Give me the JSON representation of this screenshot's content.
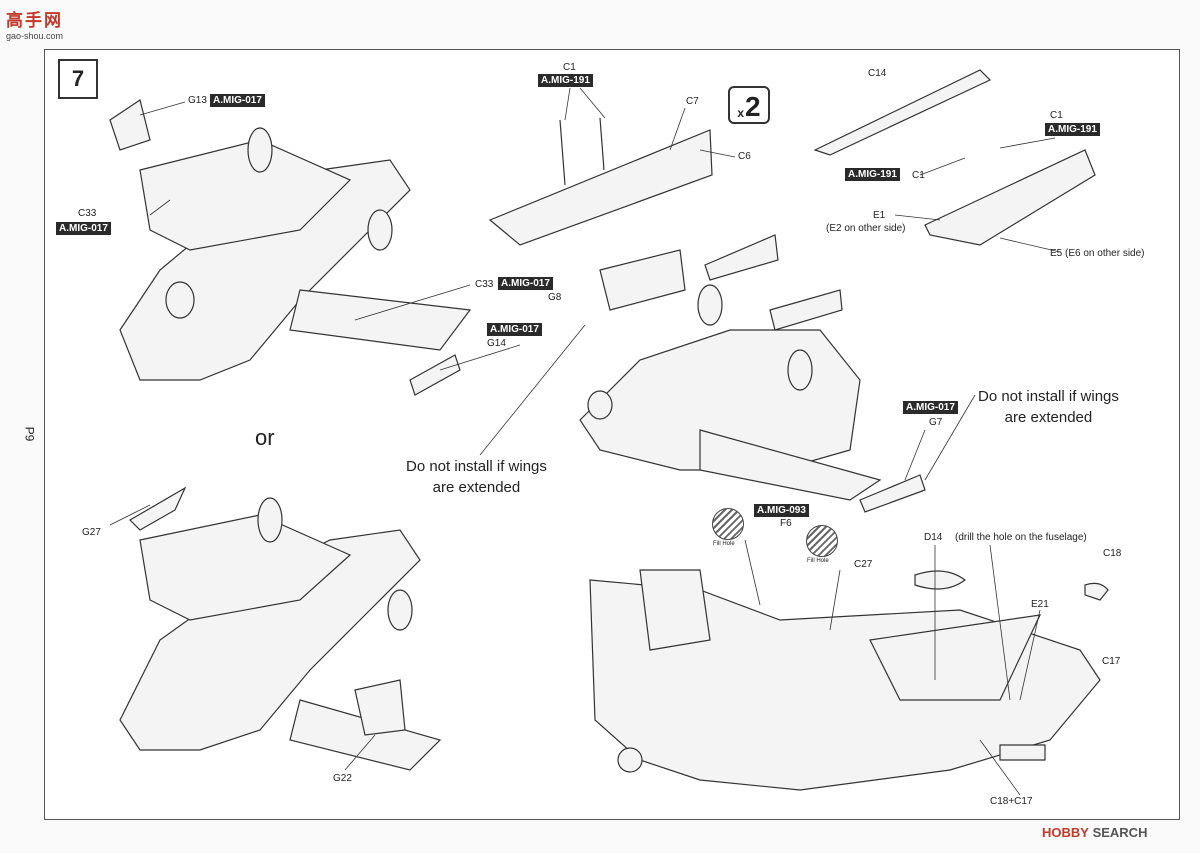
{
  "site_logo": {
    "text": "高手网",
    "sub": "gao-shou.com"
  },
  "page_number": "P9",
  "step_number": "7",
  "multiplier": {
    "x": "x",
    "n": "2"
  },
  "or_text": "or",
  "notes": {
    "left": [
      "Do not install if wings",
      "are extended"
    ],
    "right": [
      "Do not install if wings",
      "are extended"
    ]
  },
  "fill_hole_label": "Fill Hole",
  "parts": {
    "g13": "G13",
    "c33a": "C33",
    "c33b": "C33",
    "g8": "G8",
    "g14": "G14",
    "c1a": "C1",
    "c7": "C7",
    "c6": "C6",
    "c14": "C14",
    "c1b": "C1",
    "c1c": "C1",
    "e1": "E1",
    "e1_note": "(E2 on other side)",
    "e5": "E5 (E6 on other side)",
    "g27": "G27",
    "g22": "G22",
    "g7": "G7",
    "f6": "F6",
    "c27": "C27",
    "d14": "D14",
    "d14_note": "(drill the hole on the fuselage)",
    "c18": "C18",
    "e21": "E21",
    "c17": "C17",
    "c18c17": "C18+C17"
  },
  "paints": {
    "g13": "A.MIG-017",
    "c33a": "A.MIG-017",
    "c33b": "A.MIG-017",
    "g14": "A.MIG-017",
    "c1a": "A.MIG-191",
    "c1b": "A.MIG-191",
    "c1c": "A.MIG-191",
    "g7": "A.MIG-017",
    "f6": "A.MIG-093"
  },
  "watermark": {
    "brand": "HOBBY",
    "rest": " SEARCH"
  }
}
